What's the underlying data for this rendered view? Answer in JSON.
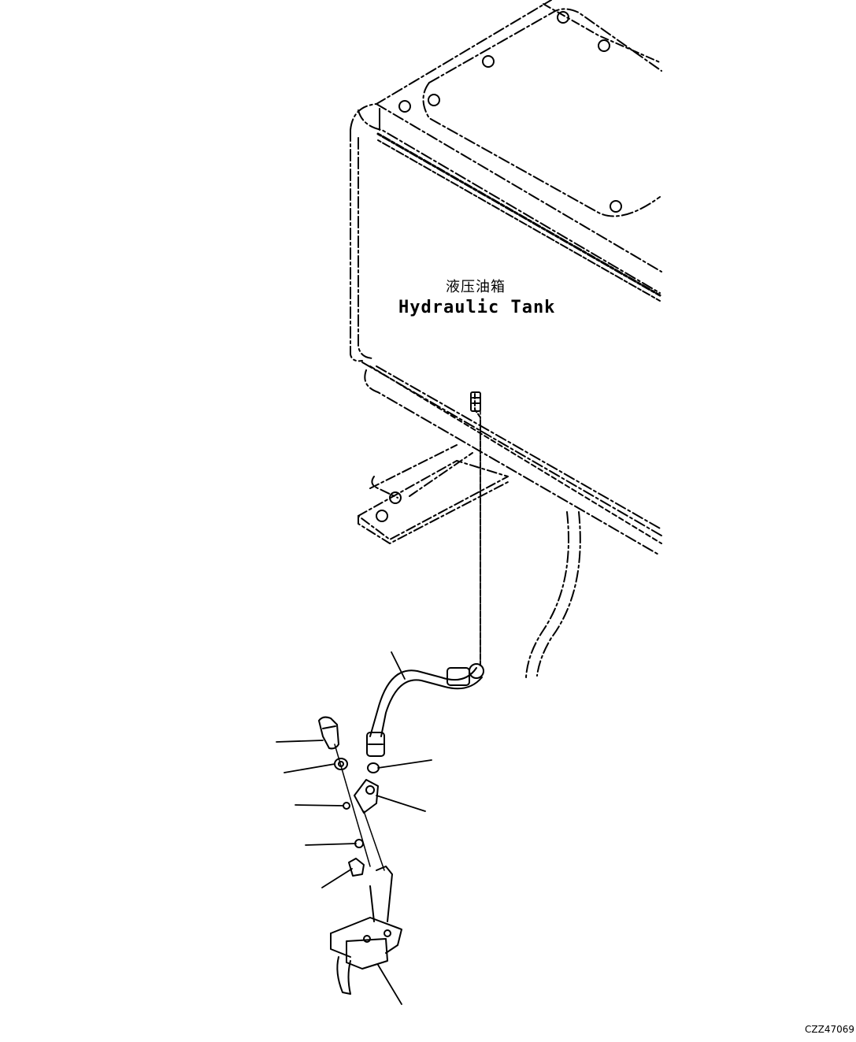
{
  "tank": {
    "label_cn": "液压油箱",
    "label_en": "Hydraulic Tank"
  },
  "drawing_code": "CZZ47069"
}
